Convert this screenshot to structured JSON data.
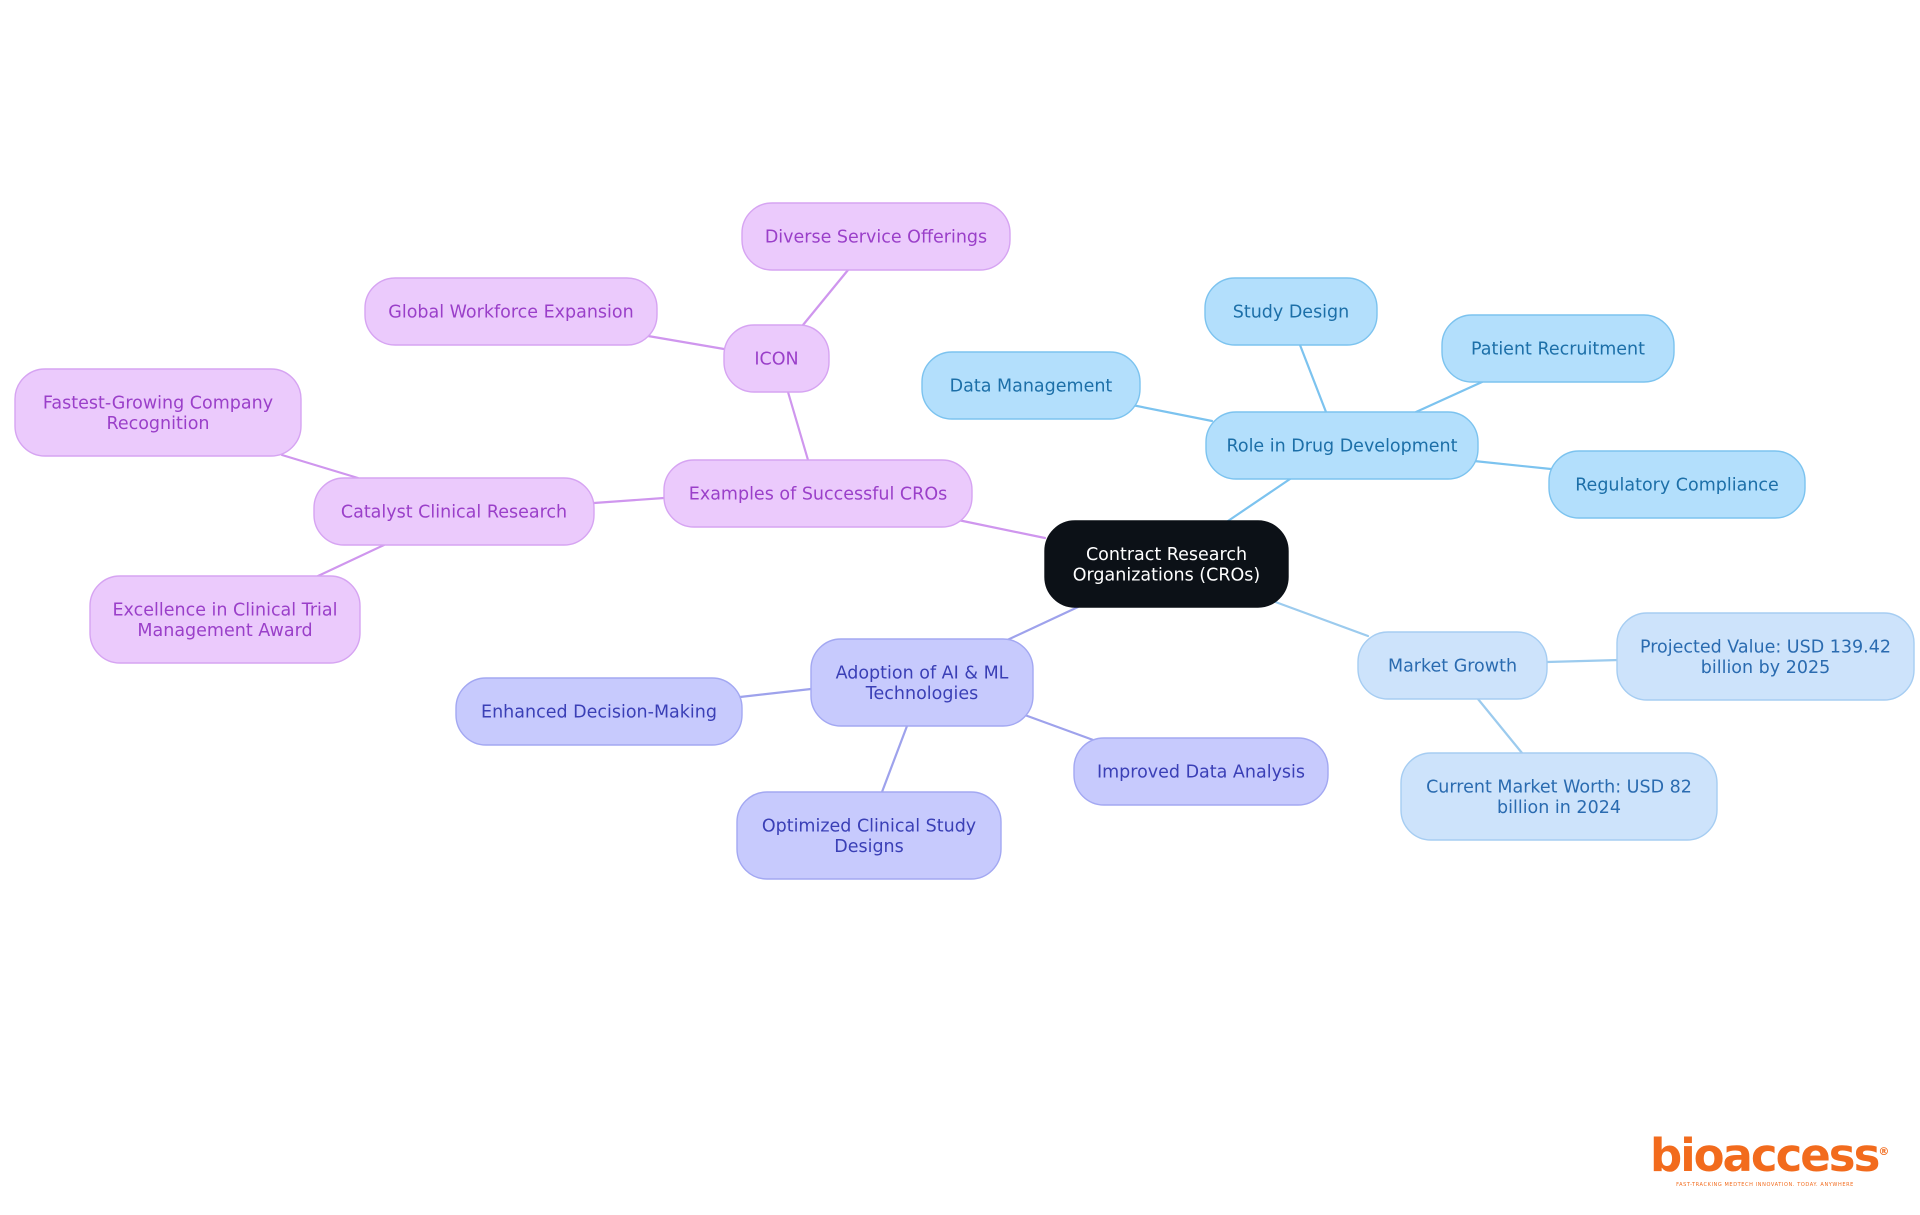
{
  "diagram": {
    "root": {
      "id": "root",
      "lines": [
        "Contract Research",
        "Organizations (CROs)"
      ],
      "style": "root"
    },
    "branches": [
      {
        "id": "drug",
        "lines": [
          "Role in Drug Development"
        ],
        "style": "blue",
        "children": [
          {
            "id": "study",
            "lines": [
              "Study Design"
            ],
            "style": "blue"
          },
          {
            "id": "patient",
            "lines": [
              "Patient Recruitment"
            ],
            "style": "blue"
          },
          {
            "id": "datamgmt",
            "lines": [
              "Data Management"
            ],
            "style": "blue"
          },
          {
            "id": "regulatory",
            "lines": [
              "Regulatory Compliance"
            ],
            "style": "blue"
          }
        ]
      },
      {
        "id": "market",
        "lines": [
          "Market Growth"
        ],
        "style": "lightblue",
        "children": [
          {
            "id": "projected",
            "lines": [
              "Projected Value: USD 139.42",
              "billion by 2025"
            ],
            "style": "lightblue"
          },
          {
            "id": "current",
            "lines": [
              "Current Market Worth: USD 82",
              "billion in 2024"
            ],
            "style": "lightblue"
          }
        ]
      },
      {
        "id": "ai",
        "lines": [
          "Adoption of AI & ML",
          "Technologies"
        ],
        "style": "indigo",
        "children": [
          {
            "id": "decision",
            "lines": [
              "Enhanced Decision-Making"
            ],
            "style": "indigo"
          },
          {
            "id": "analysis",
            "lines": [
              "Improved Data Analysis"
            ],
            "style": "indigo"
          },
          {
            "id": "optimized",
            "lines": [
              "Optimized Clinical Study",
              "Designs"
            ],
            "style": "indigo"
          }
        ]
      },
      {
        "id": "examples",
        "lines": [
          "Examples of Successful CROs"
        ],
        "style": "purple",
        "children": [
          {
            "id": "icon",
            "lines": [
              "ICON"
            ],
            "style": "purple",
            "children": [
              {
                "id": "diverse",
                "lines": [
                  "Diverse Service Offerings"
                ],
                "style": "purple"
              },
              {
                "id": "workforce",
                "lines": [
                  "Global Workforce Expansion"
                ],
                "style": "purple"
              }
            ]
          },
          {
            "id": "catalyst",
            "lines": [
              "Catalyst Clinical Research"
            ],
            "style": "purple",
            "children": [
              {
                "id": "fastest",
                "lines": [
                  "Fastest-Growing Company",
                  "Recognition"
                ],
                "style": "purple"
              },
              {
                "id": "excellence",
                "lines": [
                  "Excellence in Clinical Trial",
                  "Management Award"
                ],
                "style": "purple"
              }
            ]
          }
        ]
      }
    ],
    "styles": {
      "root": {
        "fill": "#0c1117",
        "stroke": "#0c1117",
        "text": "#ffffff",
        "edge": "#0c1117"
      },
      "blue": {
        "fill": "#b3dffc",
        "stroke": "#7cc3ef",
        "text": "#1c6fa8",
        "edge": "#7cc3ef"
      },
      "lightblue": {
        "fill": "#cde3fb",
        "stroke": "#a6cdf2",
        "text": "#2a6bb0",
        "edge": "#9ccbee"
      },
      "indigo": {
        "fill": "#c7cafd",
        "stroke": "#a3a8f2",
        "text": "#3a3fb6",
        "edge": "#9ea2ec"
      },
      "purple": {
        "fill": "#ebcafc",
        "stroke": "#d6a4f2",
        "text": "#9a3fc9",
        "edge": "#cf96ee"
      }
    }
  },
  "logo": {
    "word": "bioaccess",
    "mark": "®",
    "tagline": "FAST-TRACKING MEDTECH INNOVATION. TODAY. ANYWHERE",
    "color": "#f26b1d"
  }
}
